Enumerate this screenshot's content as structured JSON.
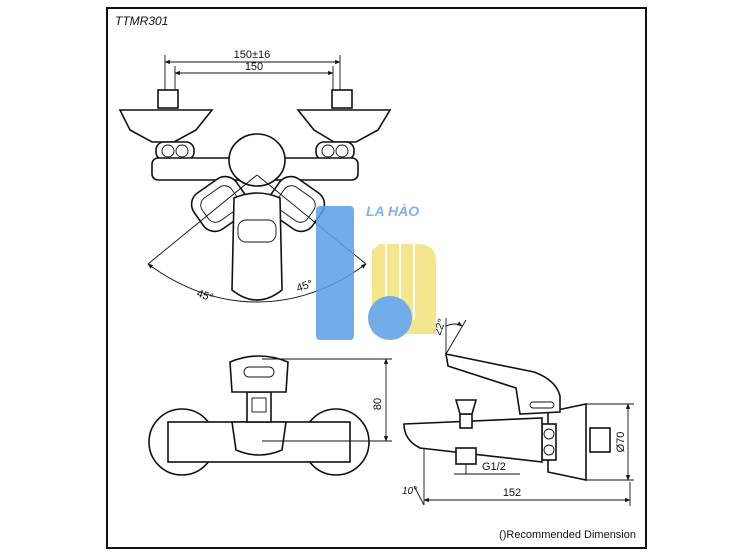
{
  "drawing": {
    "model_code": "TTMR301",
    "note": "()Recommended Dimension"
  },
  "top_view": {
    "dim_overall": "150±16",
    "dim_centers": "150",
    "angle_left": "45°",
    "angle_right": "45°"
  },
  "front_view": {
    "dim_height": "80"
  },
  "side_view": {
    "angle_top": "22°",
    "angle_bottom": "10°",
    "dim_length": "152",
    "dim_diameter": "Ø70",
    "thread": "G1/2"
  },
  "watermark": {
    "text": "LA HÀO",
    "colors": {
      "blue": "#5a9ee6",
      "yellow": "#f2e27a",
      "text": "#6aa7e8"
    }
  }
}
